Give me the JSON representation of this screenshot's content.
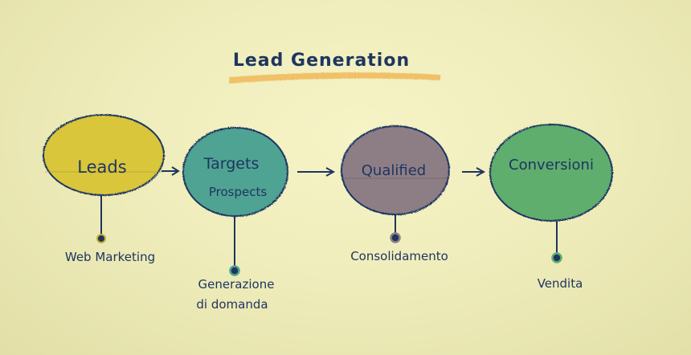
{
  "title": "Lead Generation",
  "stages": [
    {
      "label": "Leads",
      "sublabel": "",
      "note": [
        "Web Marketing"
      ],
      "color": "#d9c63a"
    },
    {
      "label": "Targets",
      "sublabel": "Prospects",
      "note": [
        "Generazione",
        "di domanda"
      ],
      "color": "#4fa392"
    },
    {
      "label": "Qualified",
      "sublabel": "",
      "note": [
        "Consolidamento"
      ],
      "color": "#8d7e86"
    },
    {
      "label": "Conversioni",
      "sublabel": "",
      "note": [
        "Vendita"
      ],
      "color": "#5fae6e"
    }
  ],
  "colors": {
    "ink": "#1f3560",
    "highlight": "#f0b24c",
    "node_ring": "#c9b02b"
  }
}
